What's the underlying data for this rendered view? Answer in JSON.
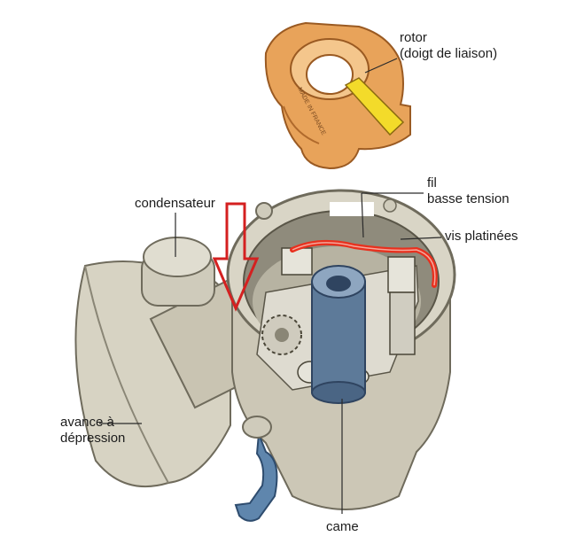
{
  "diagram": {
    "labels": {
      "rotor_line1": "rotor",
      "rotor_line2": "(doigt de liaison)",
      "rotor_stamp": "MADE IN FRANCE",
      "condensateur": "condensateur",
      "fil_line1": "fil",
      "fil_line2": "basse tension",
      "vis_platinees": "vis platinées",
      "avance_line1": "avance à",
      "avance_line2": "dépression",
      "came": "came"
    },
    "colors": {
      "rotor": "#e8a35a",
      "body": "#ccc7b6",
      "low_tension_wire": "#e8301e",
      "annotation_arrow": "#d42020",
      "clip": "#5f86ad",
      "cam": "#5d7a99"
    }
  }
}
